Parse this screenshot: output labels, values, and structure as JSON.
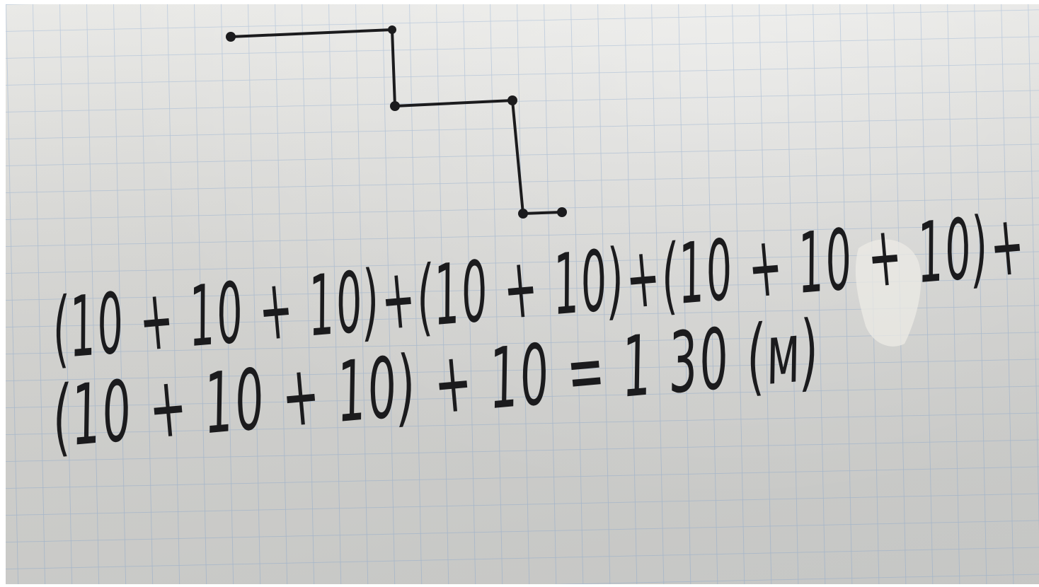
{
  "notebook": {
    "paper_color": "#dddcda",
    "grid_color": "#a9bdd6",
    "ink_color": "#1b1b1d"
  },
  "sketch": {
    "description_icon": "stepped-path-drawing"
  },
  "equation": {
    "line1": "(10 + 10 + 10)+(10 + 10)+(10 + 10 + 10)+",
    "line2": "(10 + 10 + 10) + 10 = 1 30 (м)"
  }
}
